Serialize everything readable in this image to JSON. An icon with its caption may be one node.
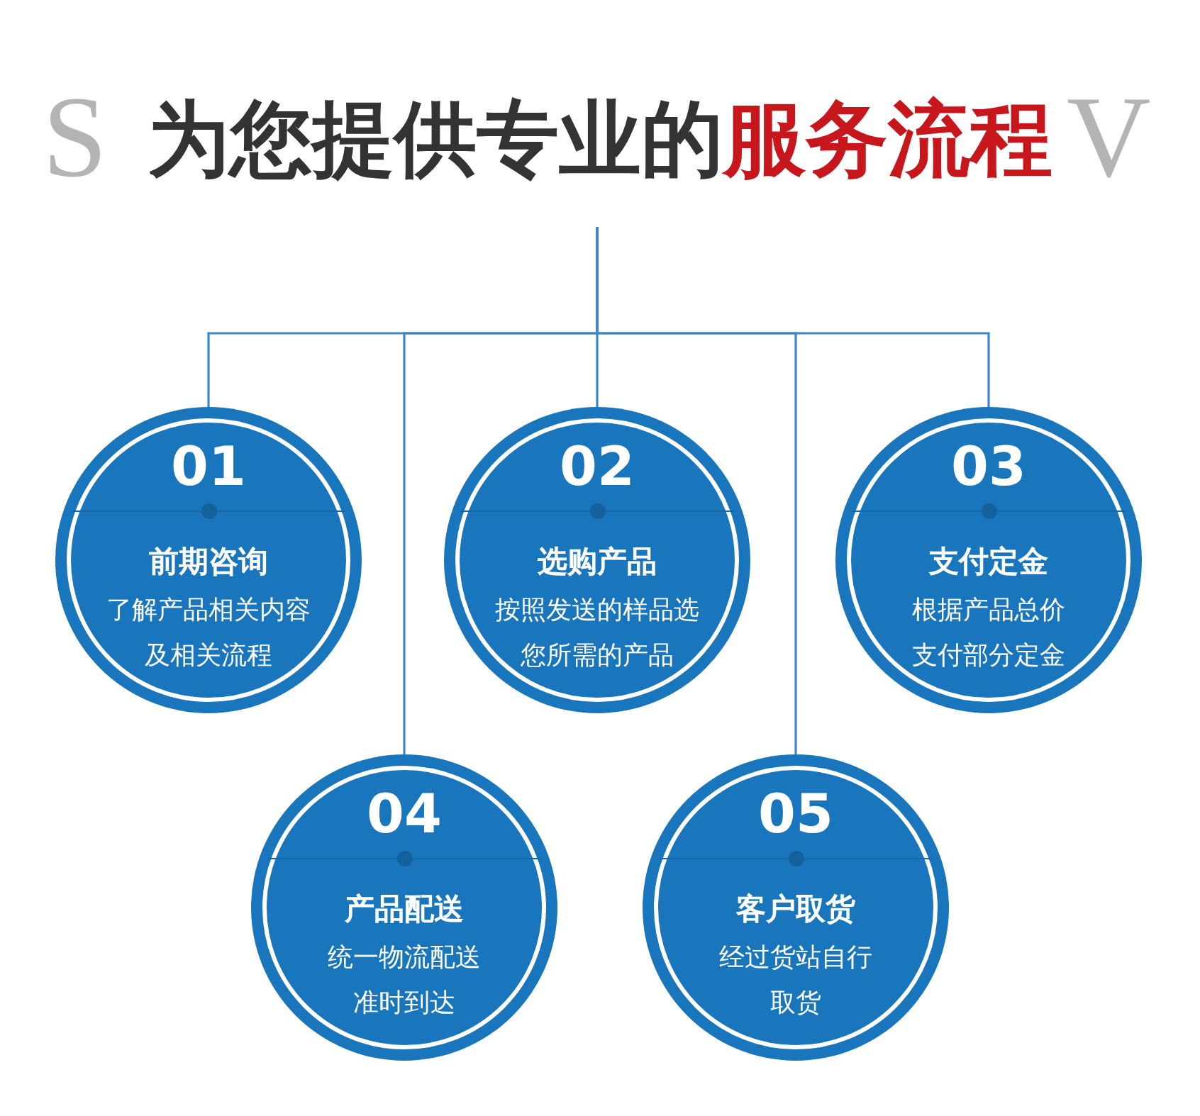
{
  "diagram": {
    "title": "为您提供专业的**服务流程**",
    "nodes": [
      {
        "text": [
          "01",
          "前期咨询",
          "了解产品相关内容及相关流程"
        ]
      },
      {
        "text": [
          "04",
          "产品配送",
          "统一物流配送准时到达"
        ]
      },
      {
        "text": [
          "02",
          "选购产品",
          "按照发送的样品选您所需的产品"
        ]
      },
      {
        "text": [
          "05",
          "客户取货",
          "经过货站自行取货"
        ]
      },
      {
        "text": [
          "03",
          "支付定金",
          "根据产品总价支付部分定金"
        ]
      }
    ],
    "edges": [
      {
        "from": null,
        "to": 0,
        "arrow": "none"
      },
      {
        "from": null,
        "to": 1,
        "arrow": "none"
      },
      {
        "from": null,
        "to": 2,
        "arrow": "none"
      },
      {
        "from": null,
        "to": 3,
        "arrow": "none"
      },
      {
        "from": null,
        "to": 4,
        "arrow": "none"
      }
    ],
    "labels": [
      "S",
      "V"
    ]
  }
}
